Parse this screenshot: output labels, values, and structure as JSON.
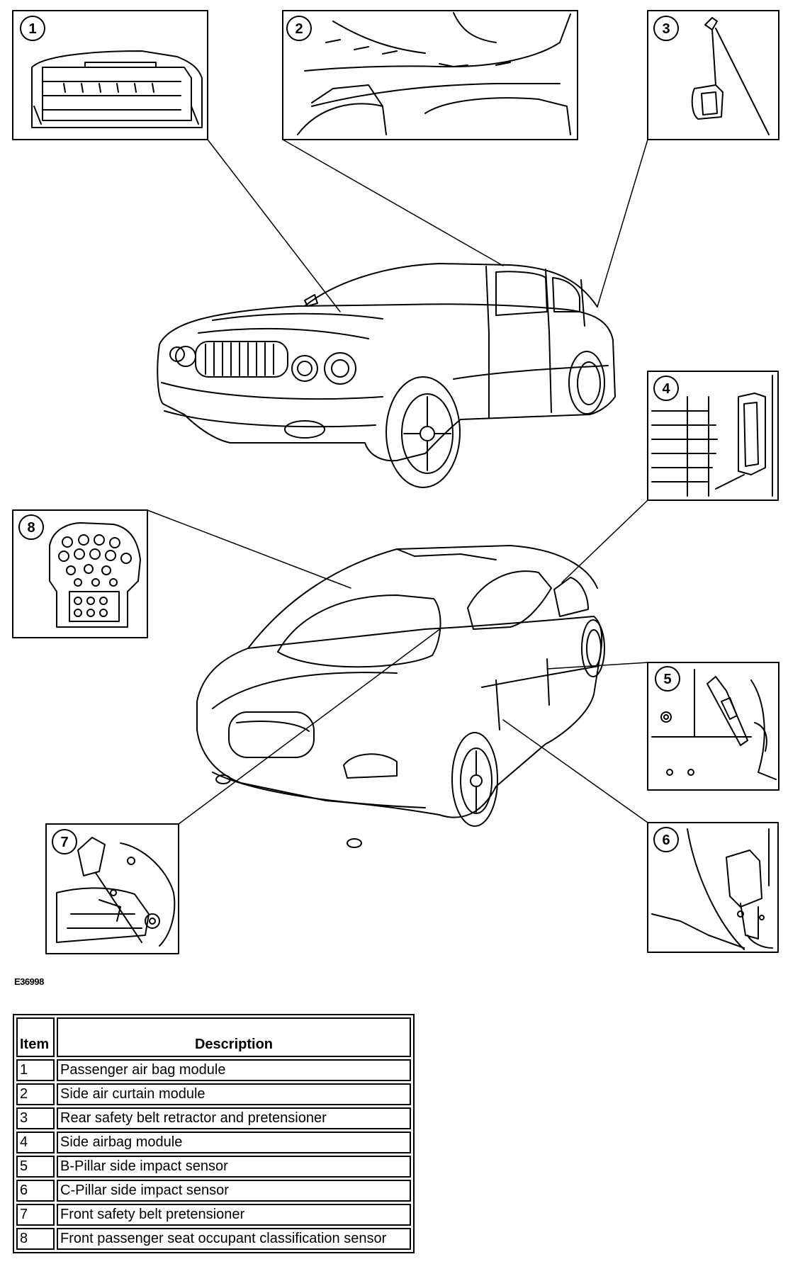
{
  "callouts": [
    "1",
    "2",
    "3",
    "4",
    "5",
    "6",
    "7",
    "8"
  ],
  "figure_id": "E36998",
  "legend": {
    "headers": {
      "item": "Item",
      "description": "Description"
    },
    "rows": [
      {
        "item": "1",
        "description": "Passenger air bag module"
      },
      {
        "item": "2",
        "description": "Side air curtain module"
      },
      {
        "item": "3",
        "description": "Rear safety belt retractor and pretensioner"
      },
      {
        "item": "4",
        "description": "Side airbag module"
      },
      {
        "item": "5",
        "description": "B-Pillar side impact sensor"
      },
      {
        "item": "6",
        "description": "C-Pillar side impact sensor"
      },
      {
        "item": "7",
        "description": "Front safety belt pretensioner"
      },
      {
        "item": "8",
        "description": "Front passenger seat occupant classification sensor"
      }
    ]
  }
}
